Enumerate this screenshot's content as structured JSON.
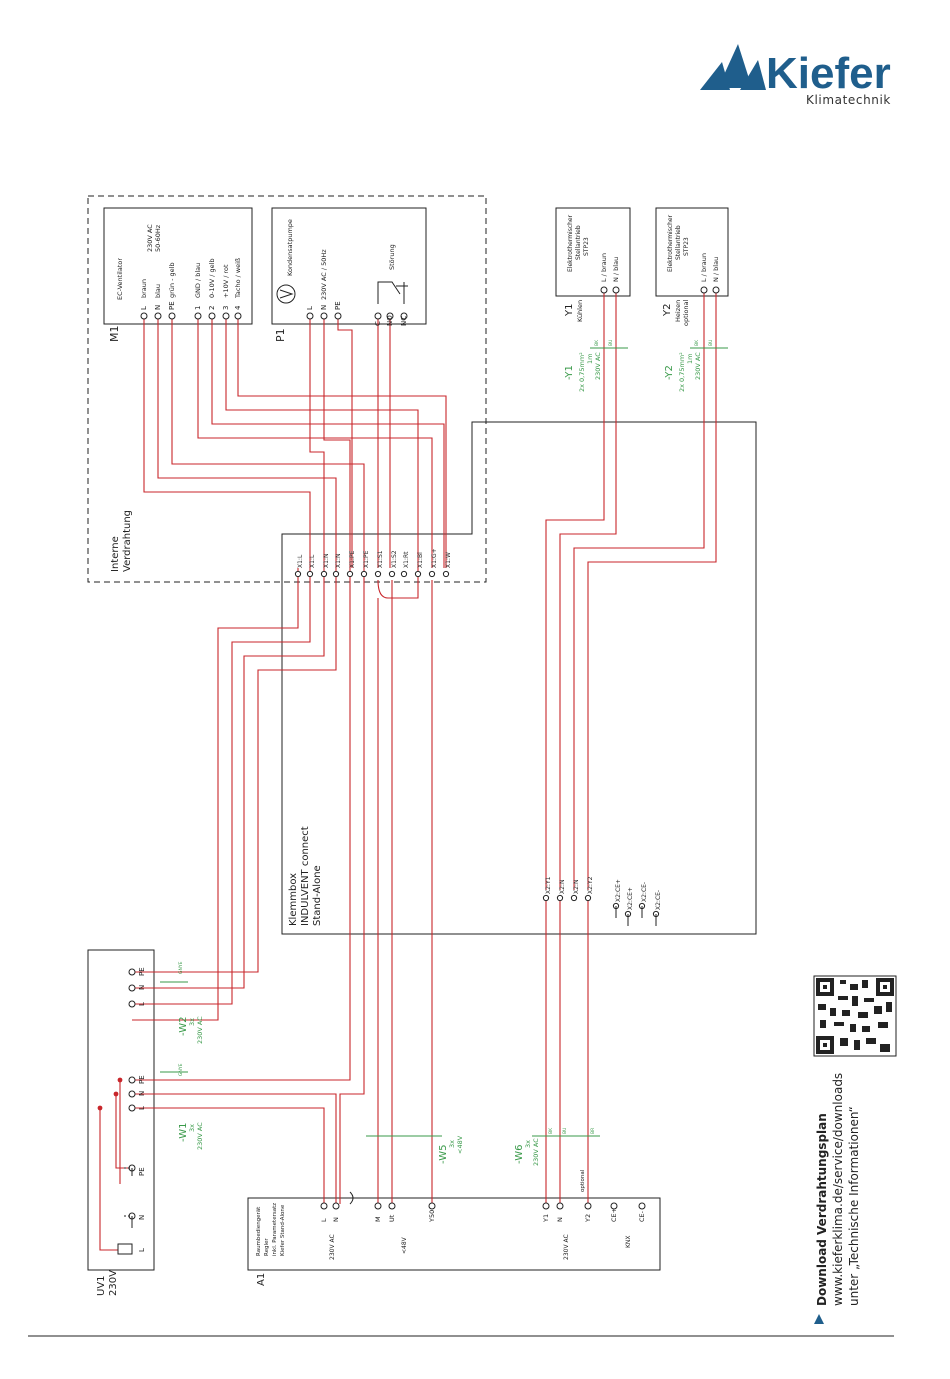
{
  "brand": {
    "name": "Kiefer",
    "tagline": "Klimatechnik",
    "color": "#1f5e8c"
  },
  "colors": {
    "wire": "#c8262b",
    "cable_marker": "#3a9a4a",
    "line": "#222222"
  },
  "m1": {
    "id": "M1",
    "title": "EC-Ventilator",
    "spec1": "230V AC",
    "spec2": "50-60Hz",
    "terminals": [
      {
        "t": "L",
        "desc": "braun"
      },
      {
        "t": "N",
        "desc": "blau"
      },
      {
        "t": "PE",
        "desc": "grün - gelb"
      },
      {
        "t": "1",
        "desc": "GND / blau"
      },
      {
        "t": "2",
        "desc": "0-10V / gelb"
      },
      {
        "t": "3",
        "desc": "+10V / rot"
      },
      {
        "t": "4",
        "desc": "Tacho / weiß"
      }
    ]
  },
  "p1": {
    "id": "P1",
    "title": "Kondensatpumpe",
    "spec": "230V AC / 50Hz",
    "fault": "Störung",
    "terminals": [
      "L",
      "N",
      "PE",
      "C",
      "NO",
      "NC"
    ]
  },
  "internal_wiring": {
    "line1": "Interne",
    "line2": "Verdrahtung"
  },
  "y1": {
    "id": "Y1",
    "role": "Kühlen",
    "device1": "Elektrothermischer",
    "device2": "Stellantrieb",
    "device3": "STP23",
    "terminals": [
      "L / braun",
      "N / blau"
    ]
  },
  "y2": {
    "id": "Y2",
    "role1": "Heizen",
    "role2": "optional",
    "device1": "Elektrothermischer",
    "device2": "Stellantrieb",
    "device3": "STP23",
    "terminals": [
      "L / braun",
      "N / blau"
    ]
  },
  "cables": {
    "y1": {
      "name": "-Y1",
      "spec1": "2x 0,75mm²",
      "spec2": "1m",
      "spec3": "230V AC",
      "c1": "BK",
      "c2": "BU"
    },
    "y2": {
      "name": "-Y2",
      "spec1": "2x 0,75mm²",
      "spec2": "1m",
      "spec3": "230V AC",
      "c1": "BK",
      "c2": "BU"
    },
    "w1": {
      "name": "-W1",
      "spec1": "3x",
      "spec2": "230V AC",
      "c1": "GNYE"
    },
    "w2": {
      "name": "-W2",
      "spec1": "3x",
      "spec2": "230V AC",
      "c1": "GNYE"
    },
    "w5": {
      "name": "-W5",
      "spec1": "3x",
      "spec2": "<48V"
    },
    "w6": {
      "name": "-W6",
      "spec1": "3x",
      "spec2": "230V AC",
      "c1": "BK",
      "c2": "BU",
      "c3": "BR"
    }
  },
  "klemmbox": {
    "line1": "Klemmbox",
    "line2": "INDULVENT connect",
    "line3": "Stand-Alone",
    "x1_terminals": [
      "X1:L",
      "X1:L",
      "X1:N",
      "X1:N",
      "X1:PE",
      "X1:PE",
      "X1:S1",
      "X1:S2",
      "X1:Rt",
      "X1:Bl",
      "X1:G+",
      "X1:W"
    ],
    "x2_terminals": [
      "X2:Y1",
      "X2:N",
      "X2:N",
      "X2:Y2"
    ],
    "ce_terminals": [
      "X2:CE+",
      "X2:CE+",
      "X2:CE-",
      "X2:CE-"
    ]
  },
  "uv1": {
    "id": "UV1",
    "voltage": "230V",
    "terminals": [
      "PE",
      "N",
      "L"
    ],
    "bottom": [
      "PE",
      "N",
      "L"
    ]
  },
  "a1": {
    "id": "A1",
    "line1": "Raumbediengerät",
    "line2": "Regler",
    "line3": "inkl. Parametersatz",
    "line4": "Kiefer Stand-Alone",
    "group_power": "230V AC",
    "group_low": "<48V",
    "group_valve": "230V AC",
    "knx": "KNX",
    "optional": "optional",
    "terminals": [
      "L",
      "N",
      "M",
      "Ut",
      "Y50",
      "Y1",
      "N",
      "Y2",
      "CE+",
      "CE-"
    ]
  },
  "download": {
    "title": "Download Verdrahtungsplan",
    "url": "www.kieferklima.de/service/downloads",
    "note": "unter „Technische Informationen“"
  }
}
